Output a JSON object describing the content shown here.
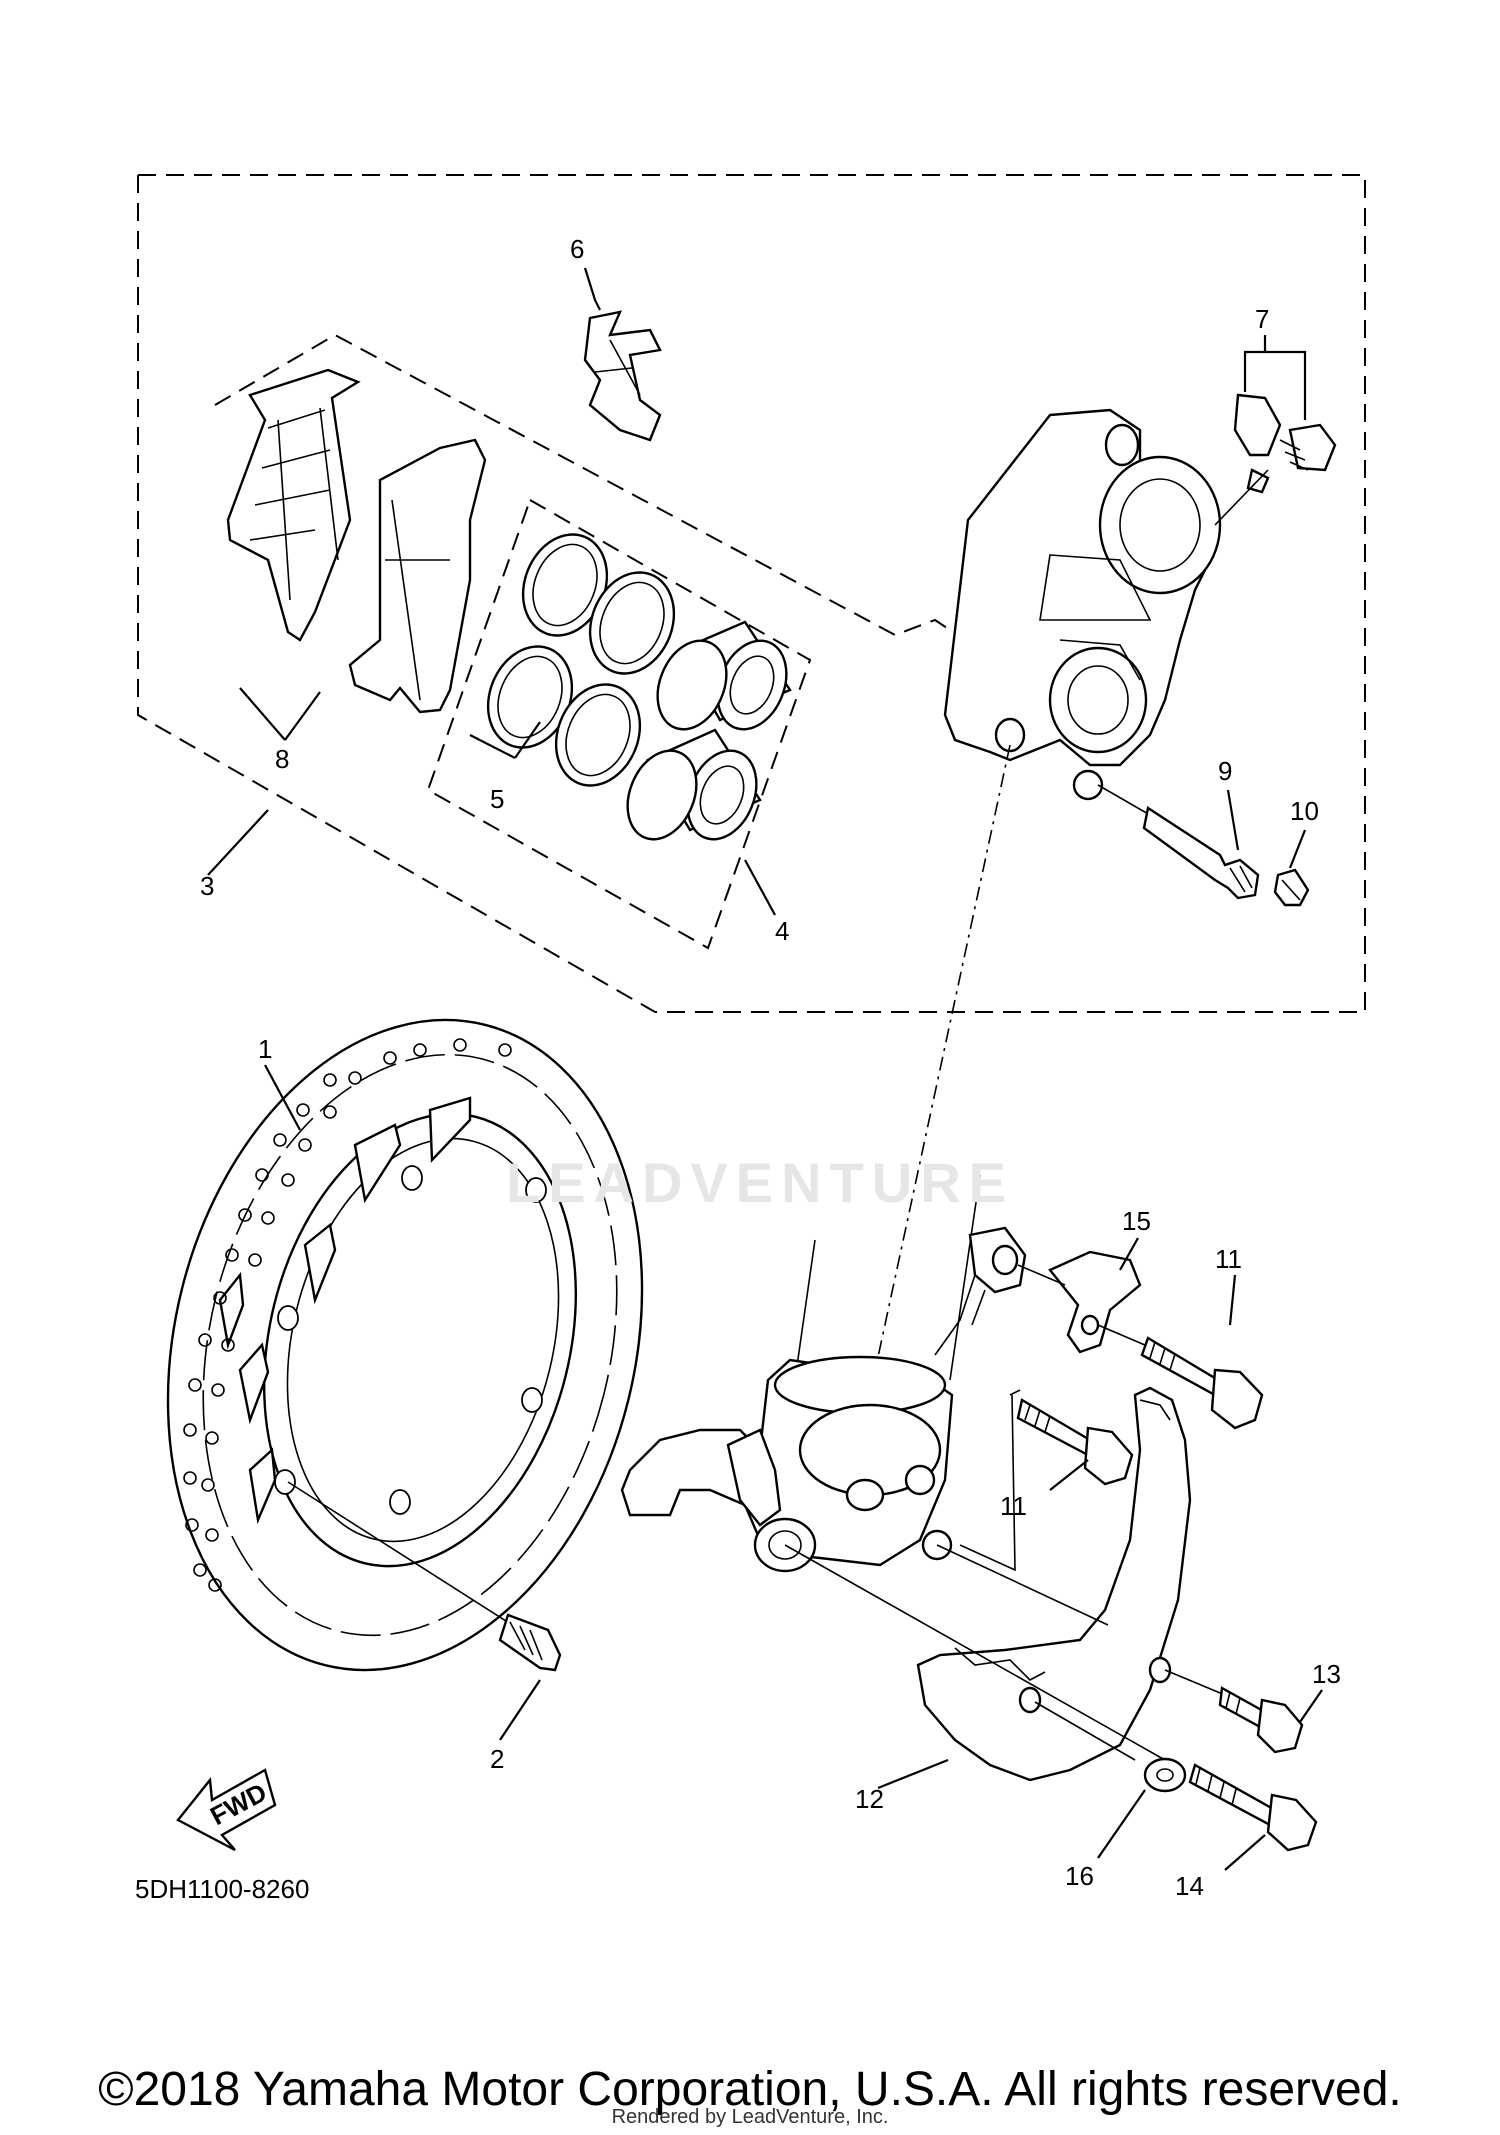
{
  "diagram": {
    "code": "5DH1100-8260",
    "fwd_label": "FWD",
    "callouts": [
      {
        "id": "c1",
        "text": "1"
      },
      {
        "id": "c2",
        "text": "2"
      },
      {
        "id": "c3",
        "text": "3"
      },
      {
        "id": "c4",
        "text": "4"
      },
      {
        "id": "c5",
        "text": "5"
      },
      {
        "id": "c6",
        "text": "6"
      },
      {
        "id": "c7",
        "text": "7"
      },
      {
        "id": "c8",
        "text": "8"
      },
      {
        "id": "c9",
        "text": "9"
      },
      {
        "id": "c10",
        "text": "10"
      },
      {
        "id": "c11a",
        "text": "11"
      },
      {
        "id": "c11b",
        "text": "11"
      },
      {
        "id": "c12",
        "text": "12"
      },
      {
        "id": "c13",
        "text": "13"
      },
      {
        "id": "c14",
        "text": "14"
      },
      {
        "id": "c15",
        "text": "15"
      },
      {
        "id": "c16",
        "text": "16"
      }
    ]
  },
  "watermark": "LEADVENTURE",
  "footer": {
    "copyright": "©2018 Yamaha Motor Corporation, U.S.A. All rights reserved.",
    "rendered_by": "Rendered by LeadVenture, Inc."
  }
}
